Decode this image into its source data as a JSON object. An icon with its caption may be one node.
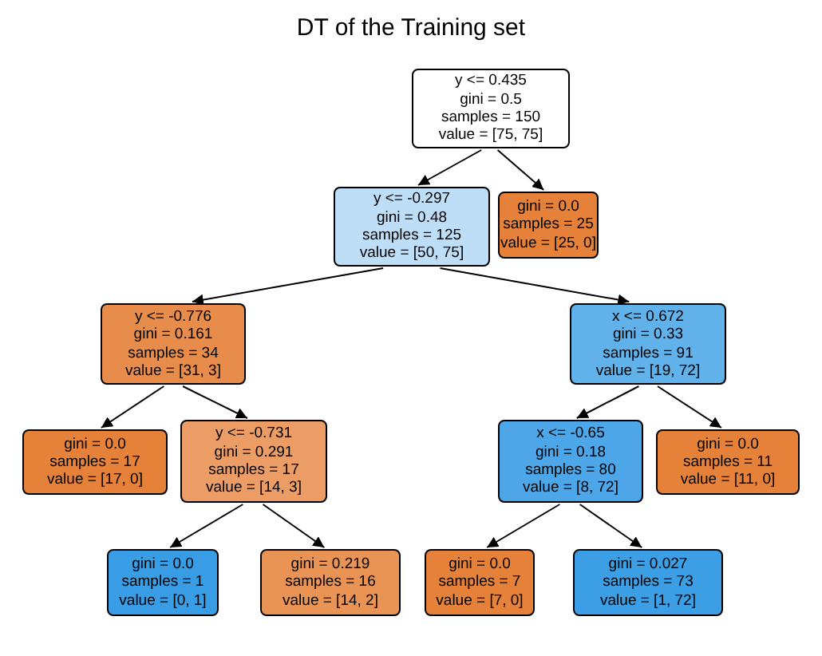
{
  "diagram": {
    "title": "DT of the Training set",
    "nodes": [
      {
        "text": [
          "y <= 0.435",
          "gini = 0.5",
          "samples = 150",
          "value = [75, 75]"
        ]
      },
      {
        "text": [
          "y <= -0.297",
          "gini = 0.48",
          "samples = 125",
          "value = [50, 75]"
        ]
      },
      {
        "text": [
          "gini = 0.0",
          "samples = 25",
          "value = [25, 0]"
        ]
      },
      {
        "text": [
          "y <= -0.776",
          "gini = 0.161",
          "samples = 34",
          "value = [31, 3]"
        ]
      },
      {
        "text": [
          "x <= 0.672",
          "gini = 0.33",
          "samples = 91",
          "value = [19, 72]"
        ]
      },
      {
        "text": [
          "gini = 0.0",
          "samples = 17",
          "value = [17, 0]"
        ]
      },
      {
        "text": [
          "y <= -0.731",
          "gini = 0.291",
          "samples = 17",
          "value = [14, 3]"
        ]
      },
      {
        "text": [
          "x <= -0.65",
          "gini = 0.18",
          "samples = 80",
          "value = [8, 72]"
        ]
      },
      {
        "text": [
          "gini = 0.0",
          "samples = 11",
          "value = [11, 0]"
        ]
      },
      {
        "text": [
          "gini = 0.0",
          "samples = 1",
          "value = [0, 1]"
        ]
      },
      {
        "text": [
          "gini = 0.219",
          "samples = 16",
          "value = [14, 2]"
        ]
      },
      {
        "text": [
          "gini = 0.0",
          "samples = 7",
          "value = [7, 0]"
        ]
      },
      {
        "text": [
          "gini = 0.027",
          "samples = 73",
          "value = [1, 72]"
        ]
      }
    ],
    "edges": [
      {
        "from": 0,
        "to": 1,
        "arrow": "to"
      },
      {
        "from": 0,
        "to": 2,
        "arrow": "to"
      },
      {
        "from": 1,
        "to": 3,
        "arrow": "to"
      },
      {
        "from": 1,
        "to": 4,
        "arrow": "to"
      },
      {
        "from": 3,
        "to": 5,
        "arrow": "to"
      },
      {
        "from": 3,
        "to": 6,
        "arrow": "to"
      },
      {
        "from": 4,
        "to": 7,
        "arrow": "to"
      },
      {
        "from": 4,
        "to": 8,
        "arrow": "to"
      },
      {
        "from": 6,
        "to": 9,
        "arrow": "to"
      },
      {
        "from": 6,
        "to": 10,
        "arrow": "to"
      },
      {
        "from": 7,
        "to": 11,
        "arrow": "to"
      },
      {
        "from": 7,
        "to": 12,
        "arrow": "to"
      }
    ]
  }
}
